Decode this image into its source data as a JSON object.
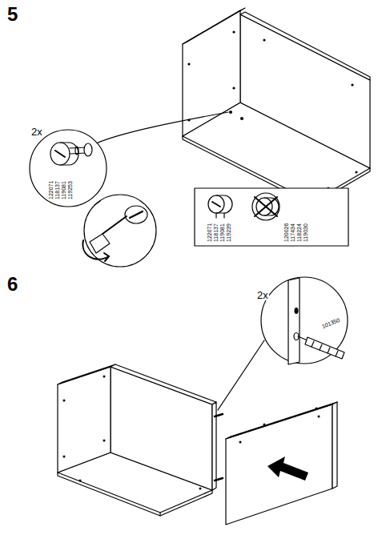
{
  "diagram": {
    "labels": [
      "5",
      "2x",
      "122071",
      "118137",
      "119081",
      "119253",
      "122071",
      "118137",
      "119081",
      "119239",
      "120026",
      "117434",
      "118224",
      "119030",
      "6",
      "2x",
      "101350"
    ]
  }
}
